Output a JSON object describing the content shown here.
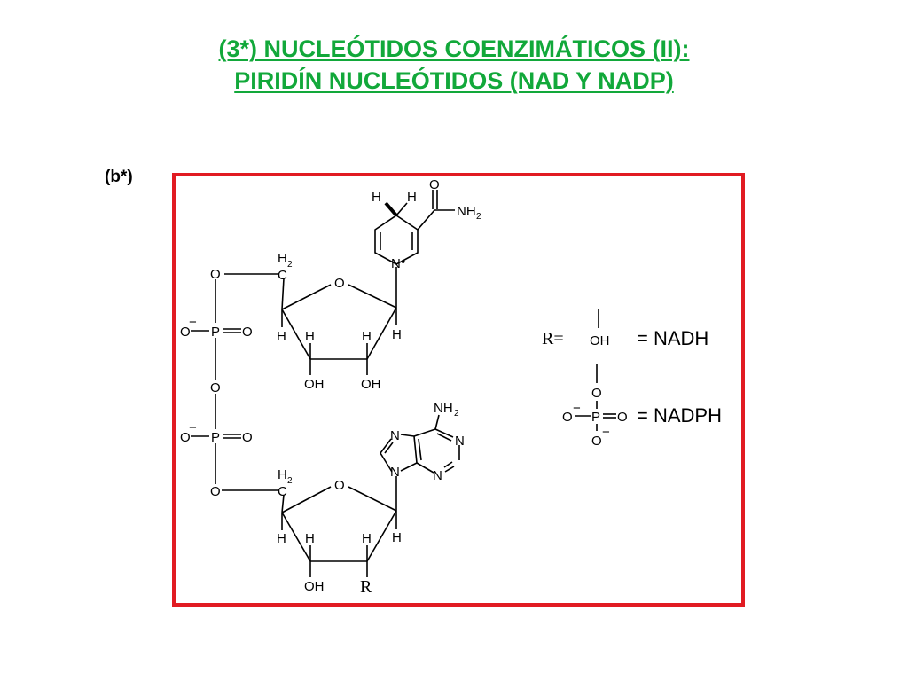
{
  "title": {
    "line1": "(3*) NUCLEÓTIDOS COENZIMÁTICOS (II):",
    "line2": "PIRIDÍN NUCLEÓTIDOS (NAD Y NADP)",
    "color": "#12a83a"
  },
  "panel_label": "(b*)",
  "frame_color": "#e11b22",
  "structure": {
    "nicotinamide": {
      "H": "H",
      "O": "O",
      "NH": "NH",
      "sub2": "2",
      "N": "N",
      "dot": "•"
    },
    "phosphate_chain": {
      "O": "O",
      "P": "P",
      "minus": "−"
    },
    "ribose": {
      "C": "C",
      "H": "H",
      "sub2": "2",
      "O": "O",
      "OH": "OH"
    },
    "adenine": {
      "N": "N",
      "NH": "NH",
      "sub2": "2"
    },
    "R_group": "R"
  },
  "legend": {
    "r_label": "R=",
    "oh": "OH",
    "nadh_label": "= NADH",
    "phosphate_O": "O",
    "phosphate_P": "P",
    "minus": "−",
    "nadph_label": "= NADPH"
  }
}
